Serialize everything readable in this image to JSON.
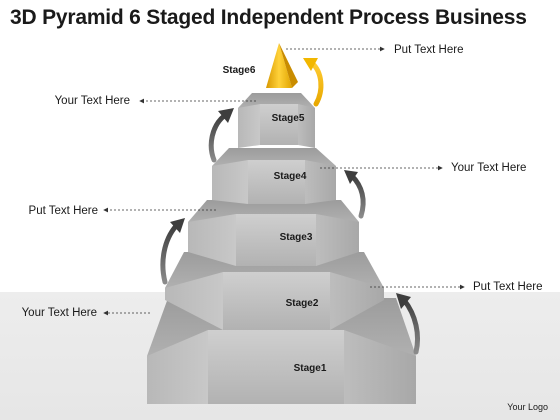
{
  "title": "3D Pyramid 6 Staged Independent Process Business",
  "stages": [
    {
      "label": "Stage1"
    },
    {
      "label": "Stage2"
    },
    {
      "label": "Stage3"
    },
    {
      "label": "Stage4"
    },
    {
      "label": "Stage5"
    },
    {
      "label": "Stage6"
    }
  ],
  "callouts": [
    {
      "text": "Put Text Here"
    },
    {
      "text": "Your Text Here"
    },
    {
      "text": "Your Text Here"
    },
    {
      "text": "Put Text Here"
    },
    {
      "text": "Put Text Here"
    },
    {
      "text": "Your Text Here"
    }
  ],
  "logo": "Your Logo",
  "colors": {
    "stage_face": "#c3c3c3",
    "stage_top": "#a6a6a6",
    "apex": "#f2b700",
    "arrow_gray": "#555555",
    "arrow_gold": "#f2b700"
  }
}
